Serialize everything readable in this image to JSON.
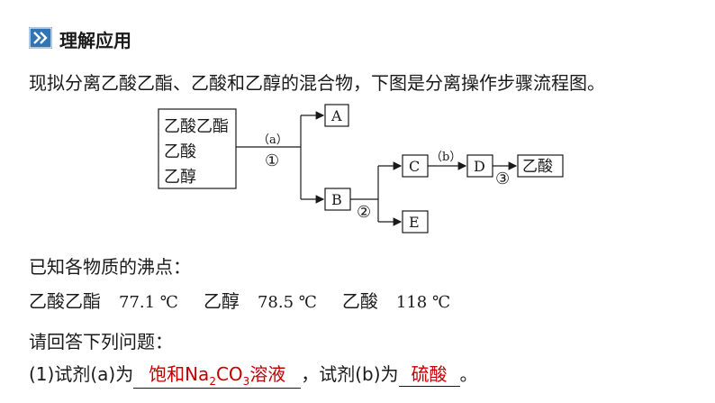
{
  "section": {
    "title": "理解应用",
    "icon": "double-chevron-right-icon",
    "accent": "#2f74b5"
  },
  "intro": "现拟分离乙酸乙酯、乙酸和乙醇的混合物，下图是分离操作步骤流程图。",
  "flow": {
    "mixture": [
      "乙酸乙酯",
      "乙酸",
      "乙醇"
    ],
    "reagent_a": "（a）",
    "step1": "①",
    "node_a": "A",
    "node_b": "B",
    "step2": "②",
    "node_c": "C",
    "reagent_b": "（b）",
    "node_d": "D",
    "step3": "③",
    "product": "乙酸",
    "node_e": "E"
  },
  "boiling": {
    "title": "已知各物质的沸点：",
    "items": [
      {
        "name": "乙酸乙酯",
        "value": "77.1 ℃"
      },
      {
        "name": "乙醇",
        "value": "78.5 ℃"
      },
      {
        "name": "乙酸",
        "value": "118 ℃"
      }
    ]
  },
  "question": {
    "ask": "请回答下列问题：",
    "q1_prefix": "(1)试剂(a)为",
    "q1_answer_a_pre": "饱和Na",
    "q1_answer_a_sub1": "2",
    "q1_answer_a_mid": "CO",
    "q1_answer_a_sub2": "3",
    "q1_answer_a_post": "溶液",
    "q1_mid": "，试剂(b)为",
    "q1_answer_b": "硫酸",
    "q1_end": "。",
    "answer_color": "#c00000"
  }
}
